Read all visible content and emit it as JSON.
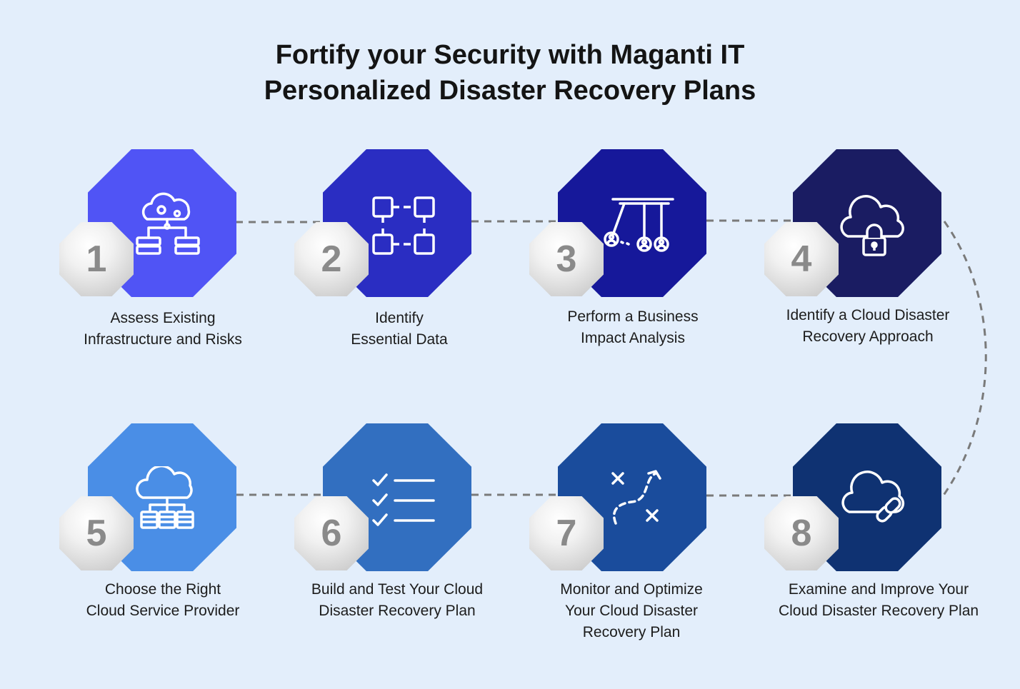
{
  "title": {
    "line1": "Fortify your Security with Maganti IT",
    "line2": "Personalized Disaster Recovery Plans"
  },
  "colors": {
    "background": "#e3eefb",
    "step1": "#5054f5",
    "step2": "#2a2dc2",
    "step3": "#16189a",
    "step4": "#1a1c62",
    "step5": "#4a8ee6",
    "step6": "#326fc0",
    "step7": "#1a4c9c",
    "step8": "#0f3272",
    "badge": "#cfcfcf",
    "connector": "#7a7a7a"
  },
  "steps": [
    {
      "number": "1",
      "label_lines": [
        "Assess Existing",
        "Infrastructure and Risks"
      ],
      "icon": "cloud-gears-servers-icon"
    },
    {
      "number": "2",
      "label_lines": [
        "Identify",
        "Essential Data"
      ],
      "icon": "connected-boxes-icon"
    },
    {
      "number": "3",
      "label_lines": [
        "Perform a Business",
        "Impact Analysis"
      ],
      "icon": "hanging-people-icon"
    },
    {
      "number": "4",
      "label_lines": [
        "Identify a Cloud Disaster",
        "Recovery Approach"
      ],
      "icon": "cloud-lock-icon"
    },
    {
      "number": "5",
      "label_lines": [
        "Choose the Right",
        "Cloud Service Provider"
      ],
      "icon": "cloud-network-icon"
    },
    {
      "number": "6",
      "label_lines": [
        "Build and Test Your Cloud",
        "Disaster Recovery Plan"
      ],
      "icon": "checklist-icon"
    },
    {
      "number": "7",
      "label_lines": [
        "Monitor and Optimize",
        "Your Cloud Disaster",
        "Recovery Plan"
      ],
      "icon": "strategy-path-icon"
    },
    {
      "number": "8",
      "label_lines": [
        "Examine and Improve Your",
        "Cloud Disaster Recovery Plan"
      ],
      "icon": "cloud-link-icon"
    }
  ]
}
